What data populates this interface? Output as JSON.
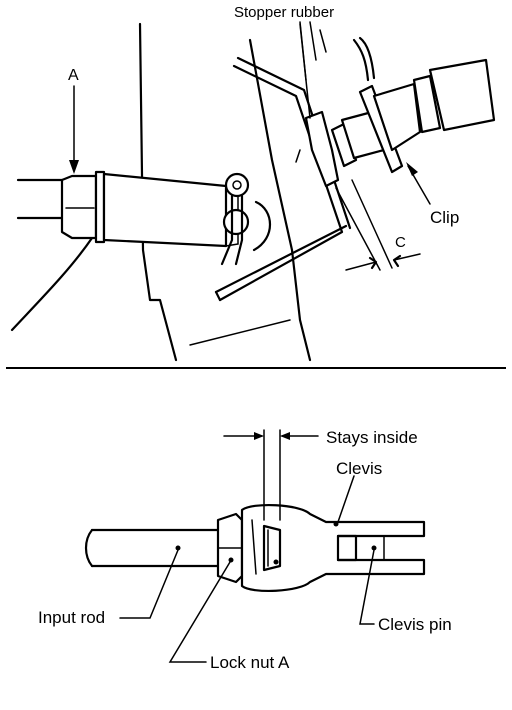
{
  "top_view": {
    "label_a": "A",
    "label_stopper_rubber": "Stopper rubber",
    "label_clip": "Clip",
    "label_c": "C"
  },
  "bottom_view": {
    "label_stays_inside": "Stays inside",
    "label_clevis": "Clevis",
    "label_input_rod": "Input rod",
    "label_clevis_pin": "Clevis pin",
    "label_lock_nut_a": "Lock nut A"
  }
}
